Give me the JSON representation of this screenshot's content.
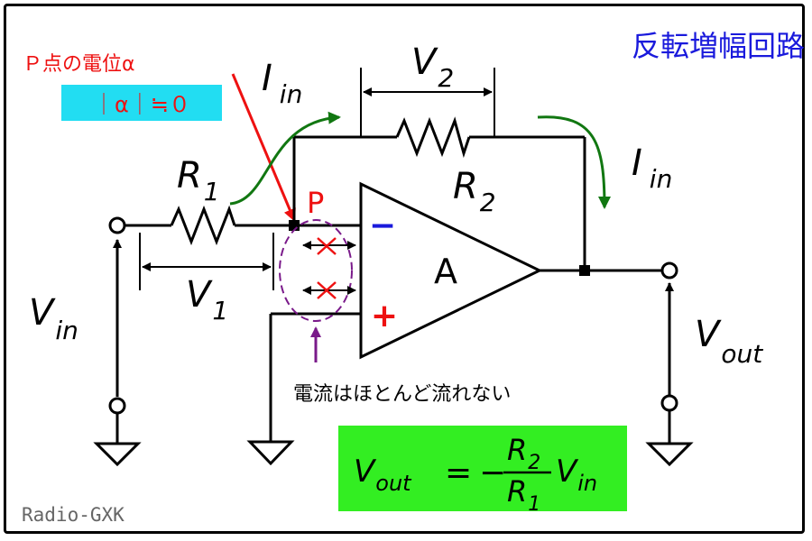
{
  "title": "反転増幅回路",
  "p_label": "P",
  "p_potential_label": "Ｐ点の電位α",
  "p_potential_value": "｜α｜≒０",
  "current_note": "電流はほとんど流れない",
  "amp_label": "A",
  "minus_sign": "−",
  "plus_sign": "+",
  "labels": {
    "r1_main": "R",
    "r1_sub": "1",
    "r2_main": "R",
    "r2_sub": "2",
    "v1_main": "V",
    "v1_sub": "1",
    "v2_main": "V",
    "v2_sub": "2",
    "iin1_main": "I",
    "iin1_sub": "in",
    "iin2_main": "I",
    "iin2_sub": "in",
    "vin_main": "V",
    "vin_sub": "in",
    "vout_main": "V",
    "vout_sub": "out"
  },
  "formula": {
    "lhs_main": "V",
    "lhs_sub": "out",
    "eq": "=",
    "neg": "−",
    "num_main": "R",
    "num_sub": "2",
    "den_main": "R",
    "den_sub": "1",
    "rhs_main": "V",
    "rhs_sub": "in"
  },
  "credit": "Radio-GXK",
  "colors": {
    "title": "#1a1adc",
    "red": "#ee1111",
    "green": "#117711",
    "purple": "#7a1a8a",
    "formula_bg": "#33ee22",
    "cyan_bg": "#22ddf2"
  }
}
